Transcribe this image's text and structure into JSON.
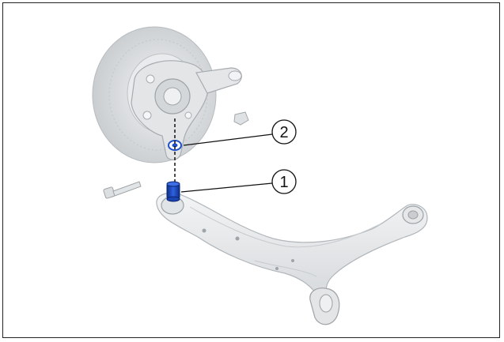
{
  "callouts": [
    {
      "number": "1",
      "label": "1"
    },
    {
      "number": "2",
      "label": "2"
    }
  ],
  "colors": {
    "part_light": "#e6e8ea",
    "part_mid": "#cfd3d6",
    "part_dark": "#a9aeb3",
    "highlight_blue": "#1f4fc8",
    "line": "#111111"
  },
  "icons": {
    "callout_1": "circle-callout",
    "callout_2": "circle-callout"
  }
}
